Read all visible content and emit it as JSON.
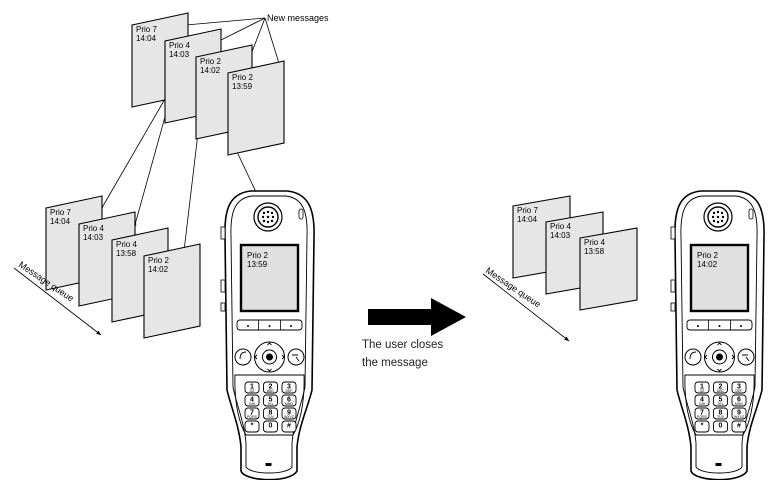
{
  "new_messages_label": "New messages",
  "top_cards": [
    {
      "prio": "Prio 7",
      "time": "14:04"
    },
    {
      "prio": "Prio 4",
      "time": "14:03"
    },
    {
      "prio": "Prio 2",
      "time": "14:02"
    },
    {
      "prio": "Prio 2",
      "time": "13:59"
    }
  ],
  "left_queue": [
    {
      "prio": "Prio 7",
      "time": "14:04"
    },
    {
      "prio": "Prio 4",
      "time": "14:03"
    },
    {
      "prio": "Prio 4",
      "time": "13:58"
    },
    {
      "prio": "Prio 2",
      "time": "14:02"
    }
  ],
  "left_queue_label": "Message queue",
  "left_phone_screen": {
    "prio": "Prio 2",
    "time": "13:59"
  },
  "step_caption": [
    "The user closes",
    "the message"
  ],
  "right_queue": [
    {
      "prio": "Prio 7",
      "time": "14:04"
    },
    {
      "prio": "Prio 4",
      "time": "14:03"
    },
    {
      "prio": "Prio 4",
      "time": "13:58"
    }
  ],
  "right_queue_label": "Message queue",
  "right_phone_screen": {
    "prio": "Prio 2",
    "time": "14:02"
  },
  "keypad": [
    {
      "num": "1",
      "sub": "QZ"
    },
    {
      "num": "2",
      "sub": "ABC"
    },
    {
      "num": "3",
      "sub": "DEF"
    },
    {
      "num": "4",
      "sub": "GHI"
    },
    {
      "num": "5",
      "sub": "JKL"
    },
    {
      "num": "6",
      "sub": "MNO"
    },
    {
      "num": "7",
      "sub": "PQRS"
    },
    {
      "num": "8",
      "sub": "TUV"
    },
    {
      "num": "9",
      "sub": "WXYZ"
    },
    {
      "num": "*",
      "sub": ""
    },
    {
      "num": "0",
      "sub": ""
    },
    {
      "num": "#",
      "sub": ""
    }
  ]
}
